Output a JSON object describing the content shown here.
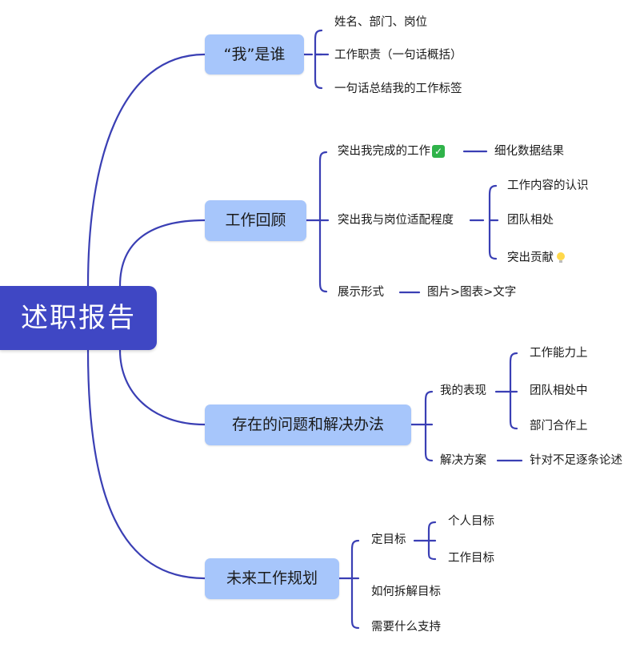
{
  "root": {
    "label": "述职报告"
  },
  "branches": [
    {
      "label": "“我”是谁",
      "items": [
        "姓名、部门、岗位",
        "工作职责（一句话概括）",
        "一句话总结我的工作标签"
      ]
    },
    {
      "label": "工作回顾",
      "items": [
        {
          "label": "突出我完成的工作",
          "icon": "check-mark-icon",
          "child": "细化数据结果"
        },
        {
          "label": "突出我与岗位适配程度",
          "children": [
            "工作内容的认识",
            "团队相处",
            "突出贡献"
          ],
          "child_icon": "lightbulb-icon"
        },
        {
          "label": "展示形式",
          "child": "图片>图表>文字"
        }
      ]
    },
    {
      "label": "存在的问题和解决办法",
      "items": [
        {
          "label": "我的表现",
          "children": [
            "工作能力上",
            "团队相处中",
            "部门合作上"
          ]
        },
        {
          "label": "解决方案",
          "child": "针对不足逐条论述"
        }
      ]
    },
    {
      "label": "未来工作规划",
      "items": [
        {
          "label": "定目标",
          "children": [
            "个人目标",
            "工作目标"
          ]
        },
        {
          "label": "如何拆解目标"
        },
        {
          "label": "需要什么支持"
        }
      ]
    }
  ],
  "colors": {
    "root_fill": "#3f47c4",
    "branch_fill": "#a7c6fb",
    "connector": "#3a3fb4",
    "check": "#2fb34a"
  }
}
